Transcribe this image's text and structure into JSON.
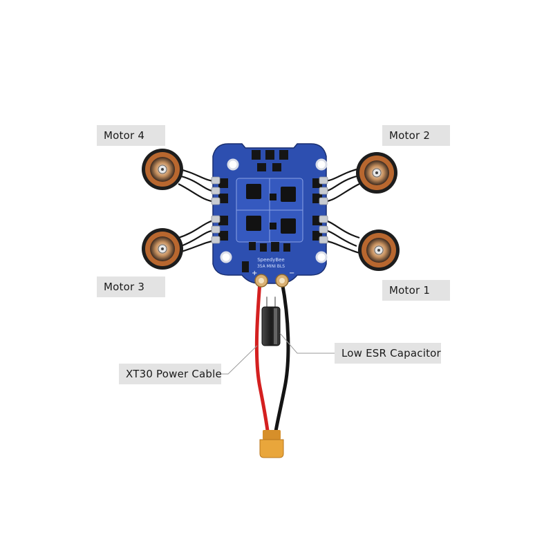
{
  "labels": {
    "motor4": "Motor 4",
    "motor2": "Motor 2",
    "motor3": "Motor 3",
    "motor1": "Motor 1",
    "xt30": "XT30 Power Cable",
    "esr": "Low ESR Capacitor"
  },
  "board": {
    "brand": "SpeedyBee",
    "model": "35A MINI BLS",
    "pad_plus": "+",
    "pad_minus": "−"
  },
  "colors": {
    "board_blue": "#2d4fb0",
    "board_dark": "#1f3c93",
    "pad_silver": "#c9ccd2",
    "wire_red": "#d42020",
    "wire_black": "#141414",
    "motor_copper": "#b8672f",
    "connector_yellow": "#e9a63b",
    "capacitor": "#2a2a2a",
    "label_bg": "#e3e3e3"
  }
}
